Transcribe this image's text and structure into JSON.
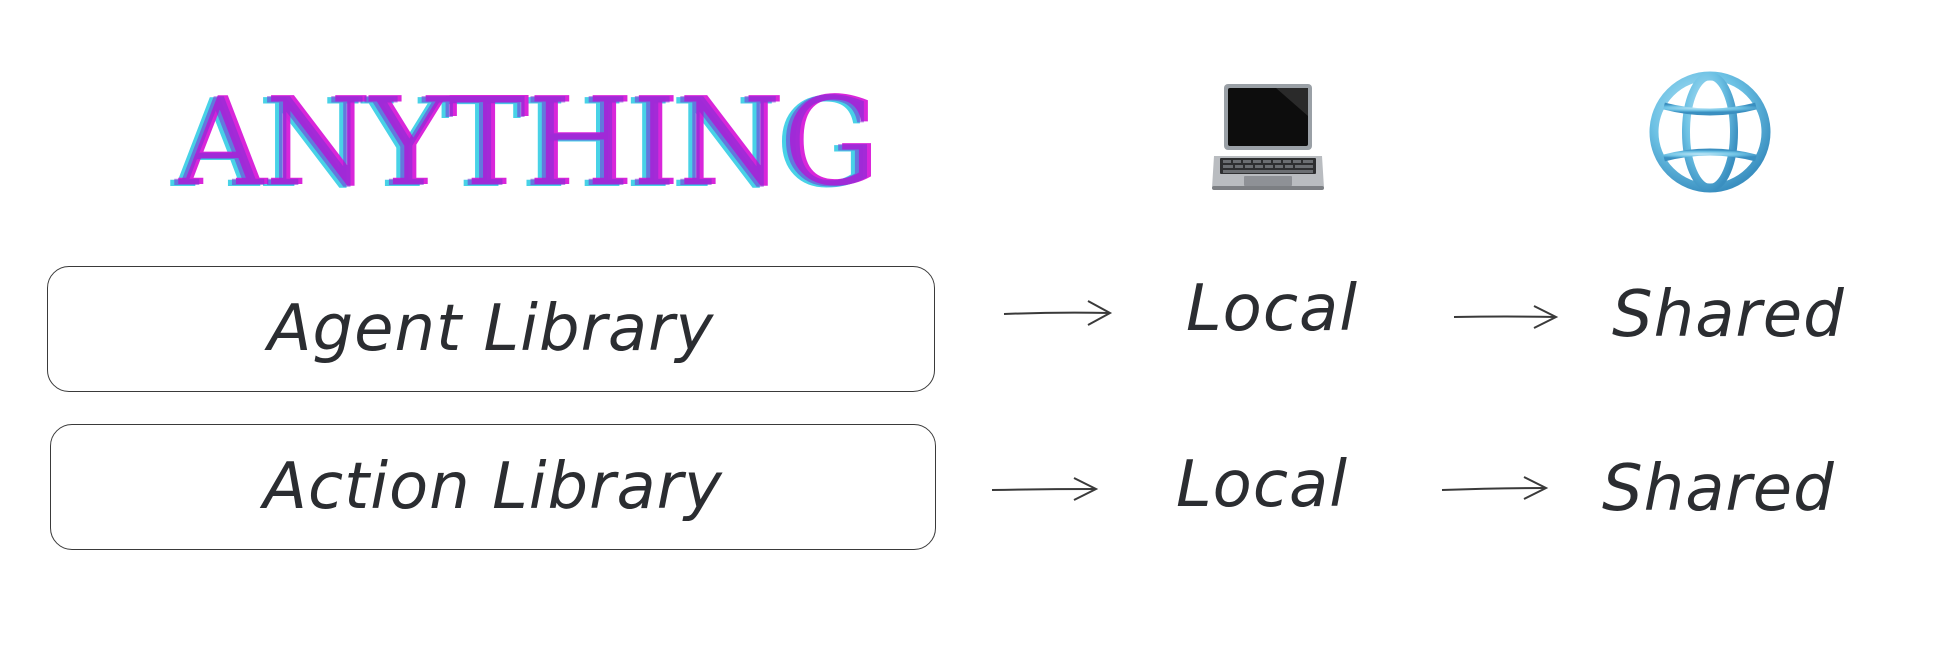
{
  "logo": {
    "text": "ANYTHING",
    "colors": {
      "magenta": "#d81bd9",
      "cyan": "#3fd0e6",
      "purple": "#7a2fd6"
    }
  },
  "icons": {
    "device": "laptop-icon",
    "network": "globe-icon"
  },
  "rows": [
    {
      "library": "Agent Library",
      "local": "Local",
      "shared": "Shared"
    },
    {
      "library": "Action Library",
      "local": "Local",
      "shared": "Shared"
    }
  ]
}
